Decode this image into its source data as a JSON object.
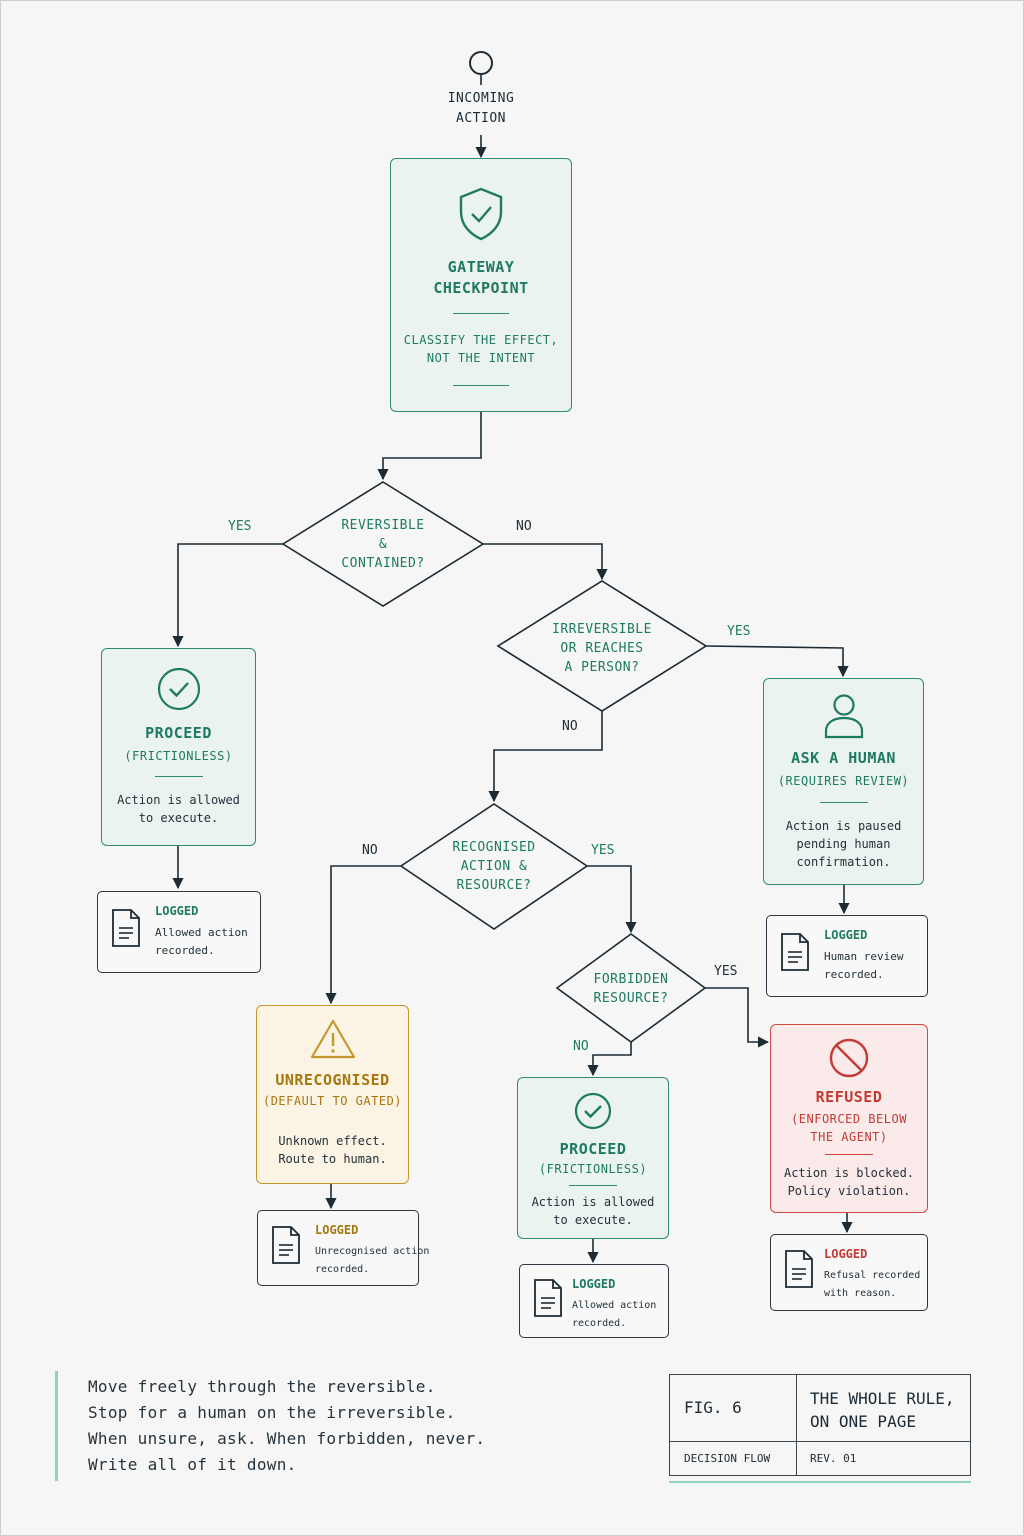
{
  "start": {
    "label_line1": "INCOMING",
    "label_line2": "ACTION"
  },
  "gateway": {
    "title_line1": "GATEWAY",
    "title_line2": "CHECKPOINT",
    "sub_line1": "CLASSIFY THE EFFECT,",
    "sub_line2": "NOT THE INTENT",
    "icon": "shield-check-icon"
  },
  "decisions": {
    "reversible": {
      "l1": "REVERSIBLE",
      "l2": "&",
      "l3": "CONTAINED?",
      "yes": "YES",
      "no": "NO"
    },
    "irreversible": {
      "l1": "IRREVERSIBLE",
      "l2": "OR REACHES",
      "l3": "A PERSON?",
      "yes": "YES",
      "no": "NO"
    },
    "recognised": {
      "l1": "RECOGNISED",
      "l2": "ACTION &",
      "l3": "RESOURCE?",
      "yes": "YES",
      "no": "NO"
    },
    "forbidden": {
      "l1": "FORBIDDEN",
      "l2": "RESOURCE?",
      "yes": "YES",
      "no": "NO"
    }
  },
  "outcomes": {
    "proceed1": {
      "title": "PROCEED",
      "sub": "(FRICTIONLESS)",
      "d1": "Action is allowed",
      "d2": "to execute.",
      "icon": "check-circle-icon"
    },
    "ask_human": {
      "title": "ASK A HUMAN",
      "sub": "(REQUIRES REVIEW)",
      "d1": "Action is paused",
      "d2": "pending human",
      "d3": "confirmation.",
      "icon": "person-icon"
    },
    "unrecognised": {
      "title": "UNRECOGNISED",
      "sub": "(DEFAULT TO GATED)",
      "d1": "Unknown effect.",
      "d2": "Route to human.",
      "icon": "warning-icon"
    },
    "proceed2": {
      "title": "PROCEED",
      "sub": "(FRICTIONLESS)",
      "d1": "Action is allowed",
      "d2": "to execute.",
      "icon": "check-circle-icon"
    },
    "refused": {
      "title": "REFUSED",
      "sub1": "(ENFORCED BELOW",
      "sub2": "THE AGENT)",
      "d1": "Action is blocked.",
      "d2": "Policy violation.",
      "icon": "prohibited-icon"
    }
  },
  "logs": {
    "log1": {
      "title": "LOGGED",
      "d1": "Allowed action",
      "d2": "recorded."
    },
    "log2": {
      "title": "LOGGED",
      "d1": "Human review",
      "d2": "recorded."
    },
    "log3": {
      "title": "LOGGED",
      "d1": "Unrecognised action",
      "d2": "recorded."
    },
    "log4": {
      "title": "LOGGED",
      "d1": "Allowed action",
      "d2": "recorded."
    },
    "log5": {
      "title": "LOGGED",
      "d1": "Refusal recorded",
      "d2": "with reason."
    }
  },
  "quote": {
    "lines": [
      "Move freely through the reversible.",
      "Stop for a human on the irreversible.",
      "When unsure, ask. When forbidden, never.",
      "Write all of it down."
    ]
  },
  "figure": {
    "number": "FIG. 6",
    "title_line1": "THE WHOLE RULE,",
    "title_line2": "ON ONE PAGE",
    "type": "DECISION FLOW",
    "revision": "REV. 01"
  },
  "colors": {
    "green": "#2f8a72",
    "amber": "#c4982e",
    "red": "#d24a43",
    "ink": "#1d2b35"
  }
}
